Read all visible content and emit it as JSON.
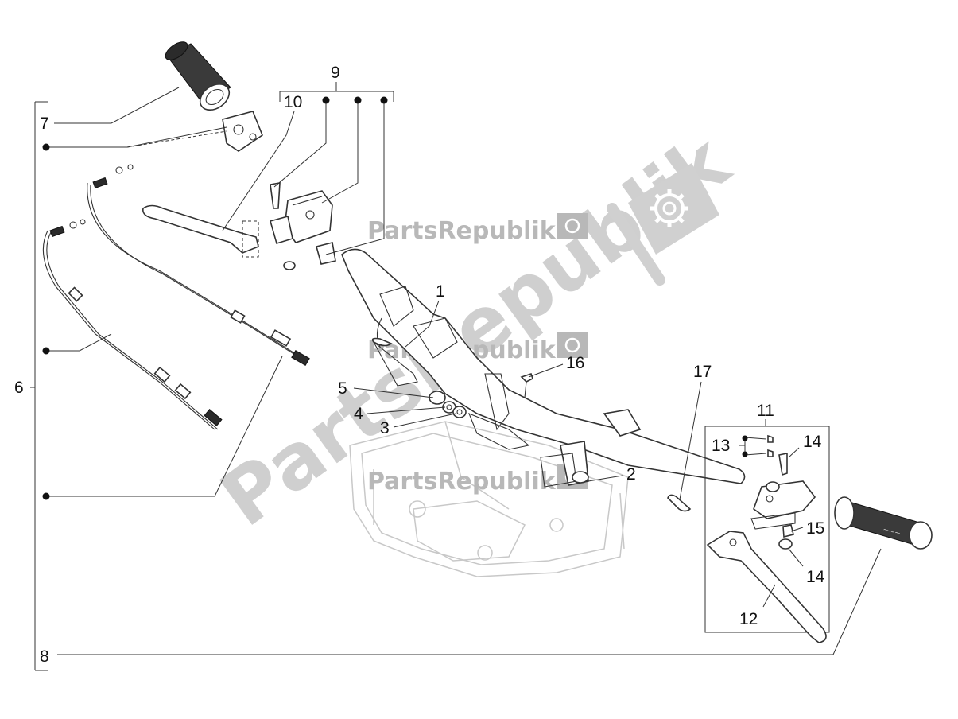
{
  "watermark": {
    "brand": "PartsRepublik",
    "big_text": "PartsRepublik"
  },
  "callouts": {
    "c1": "1",
    "c2": "2",
    "c3": "3",
    "c4": "4",
    "c5": "5",
    "c6": "6",
    "c7": "7",
    "c8": "8",
    "c9": "9",
    "c10": "10",
    "c11": "11",
    "c12": "12",
    "c13": "13",
    "c14a": "14",
    "c14b": "14",
    "c15": "15",
    "c16": "16",
    "c17": "17"
  },
  "colors": {
    "line": "#333333",
    "watermark": "#b8b8b8",
    "grip": "#3a3a3a"
  }
}
